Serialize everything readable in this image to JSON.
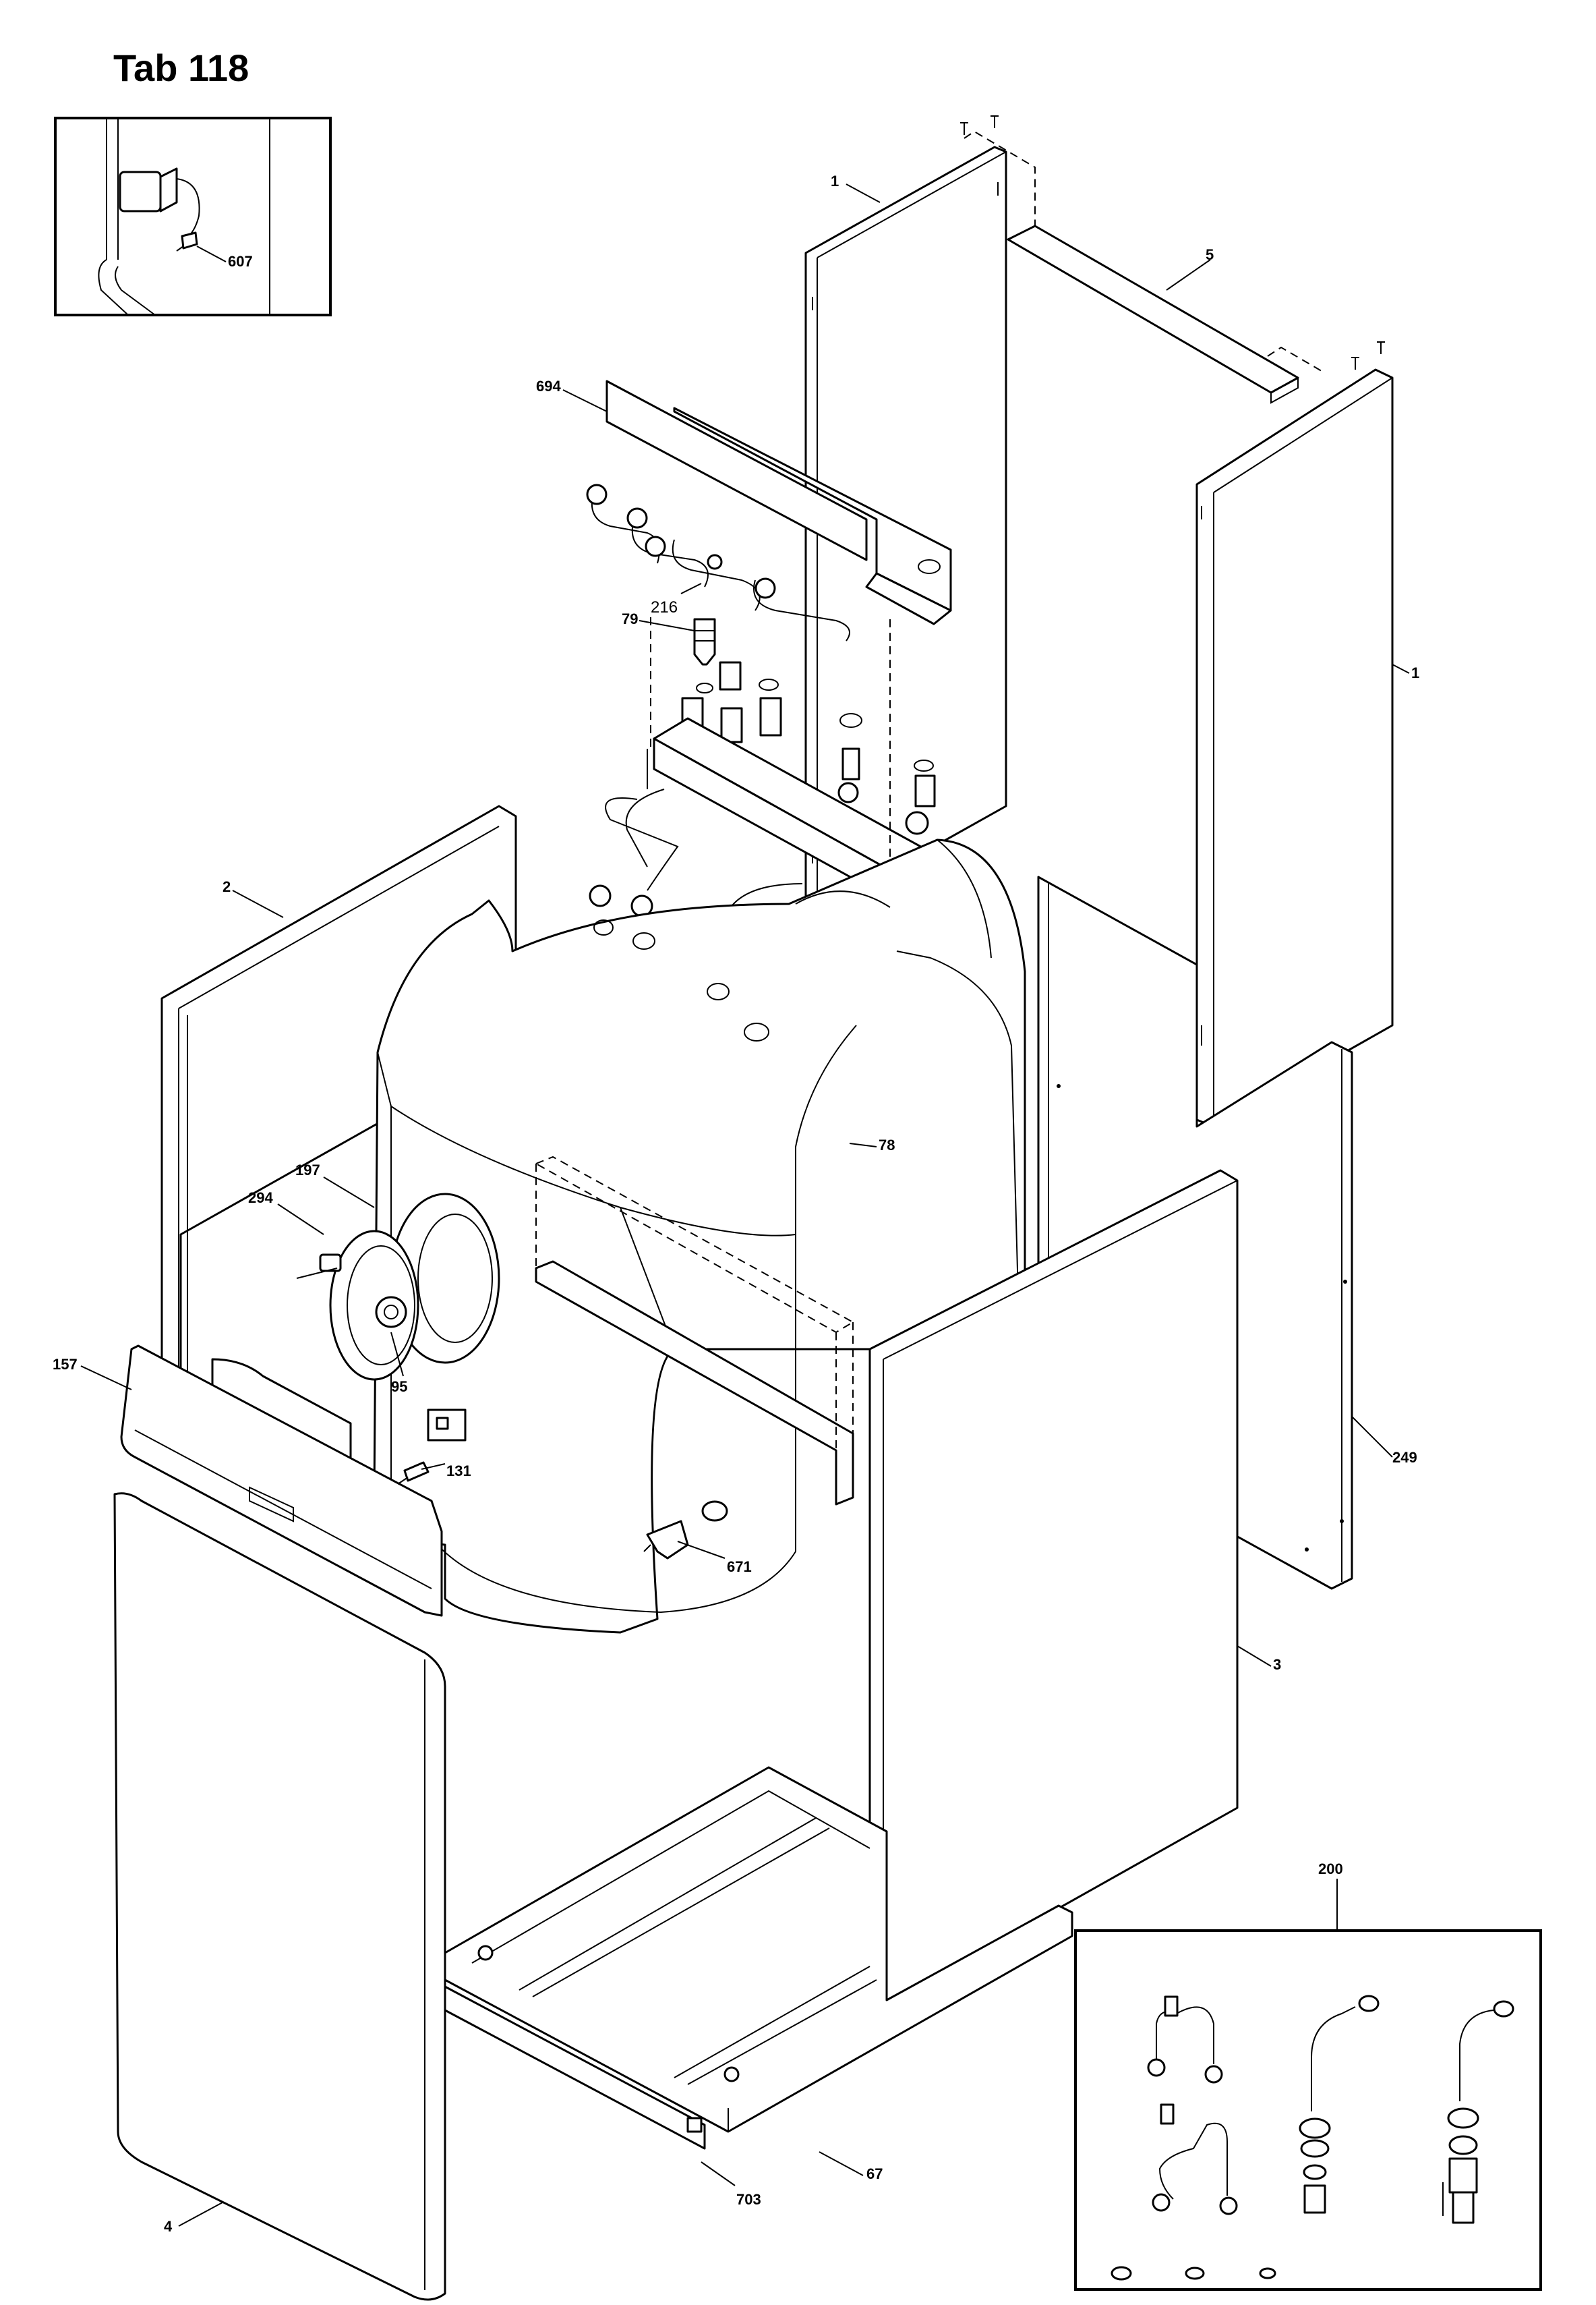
{
  "title": "Tab 118",
  "labels": {
    "l607": "607",
    "l1a": "1",
    "l5": "5",
    "l1b": "1",
    "l694": "694",
    "l216": "216",
    "l79": "79",
    "l2": "2",
    "l78": "78",
    "l197": "197",
    "l294": "294",
    "l95": "95",
    "l157": "157",
    "l131": "131",
    "l671": "671",
    "l249": "249",
    "l3": "3",
    "l200": "200",
    "l67": "67",
    "l4": "4",
    "l703": "703"
  }
}
